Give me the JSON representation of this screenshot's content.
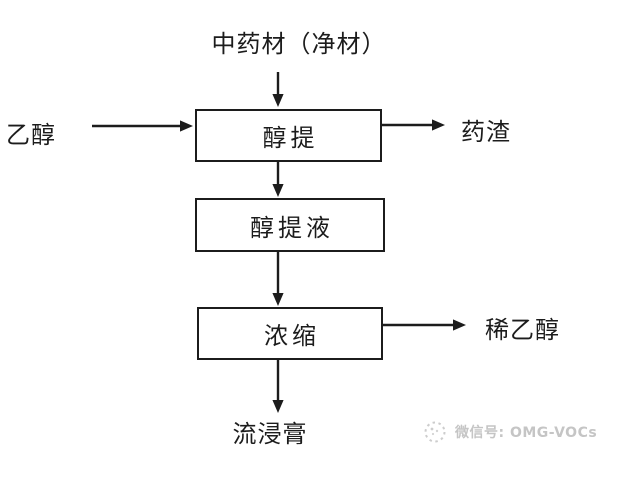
{
  "flowchart": {
    "source_label": "中药材（净材）",
    "boxes": [
      {
        "label": "醇提"
      },
      {
        "label": "醇提液"
      },
      {
        "label": "浓缩"
      }
    ],
    "side_labels": {
      "ethanol_in": "乙醇",
      "residue_out": "药渣",
      "dilute_ethanol_out": "稀乙醇",
      "final_product": "流浸膏"
    },
    "line_color": "#1c1c1c"
  },
  "watermark": {
    "logo": "speckled-circle-icon",
    "text": "微信号: OMG-VOCs",
    "color": "#c5c5c5"
  }
}
